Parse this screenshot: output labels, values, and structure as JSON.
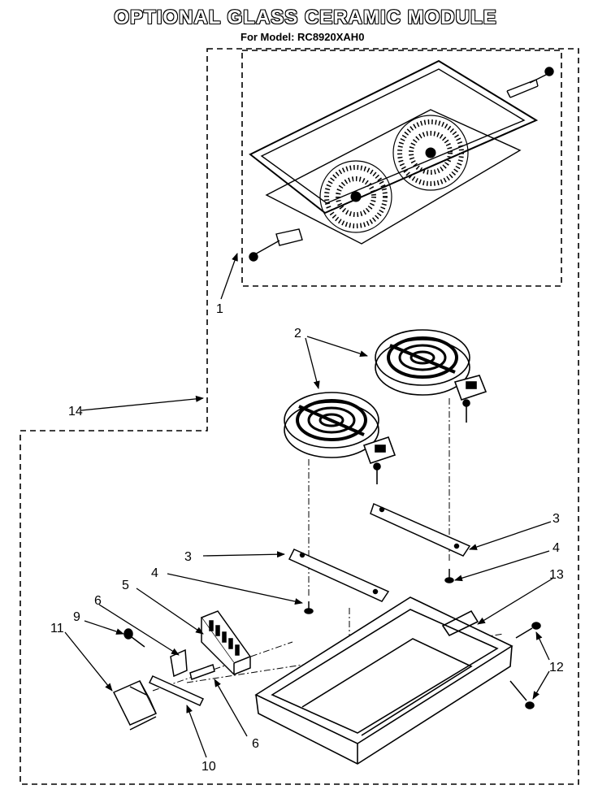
{
  "header": {
    "title": "OPTIONAL GLASS CERAMIC MODULE",
    "model_line": "For Model: RC8920XAH0"
  },
  "callouts": {
    "c1": "1",
    "c2": "2",
    "c3a": "3",
    "c3b": "3",
    "c4a": "4",
    "c4b": "4",
    "c5": "5",
    "c6a": "6",
    "c6b": "6",
    "c9": "9",
    "c10": "10",
    "c11": "11",
    "c12": "12",
    "c13": "13",
    "c14": "14"
  }
}
